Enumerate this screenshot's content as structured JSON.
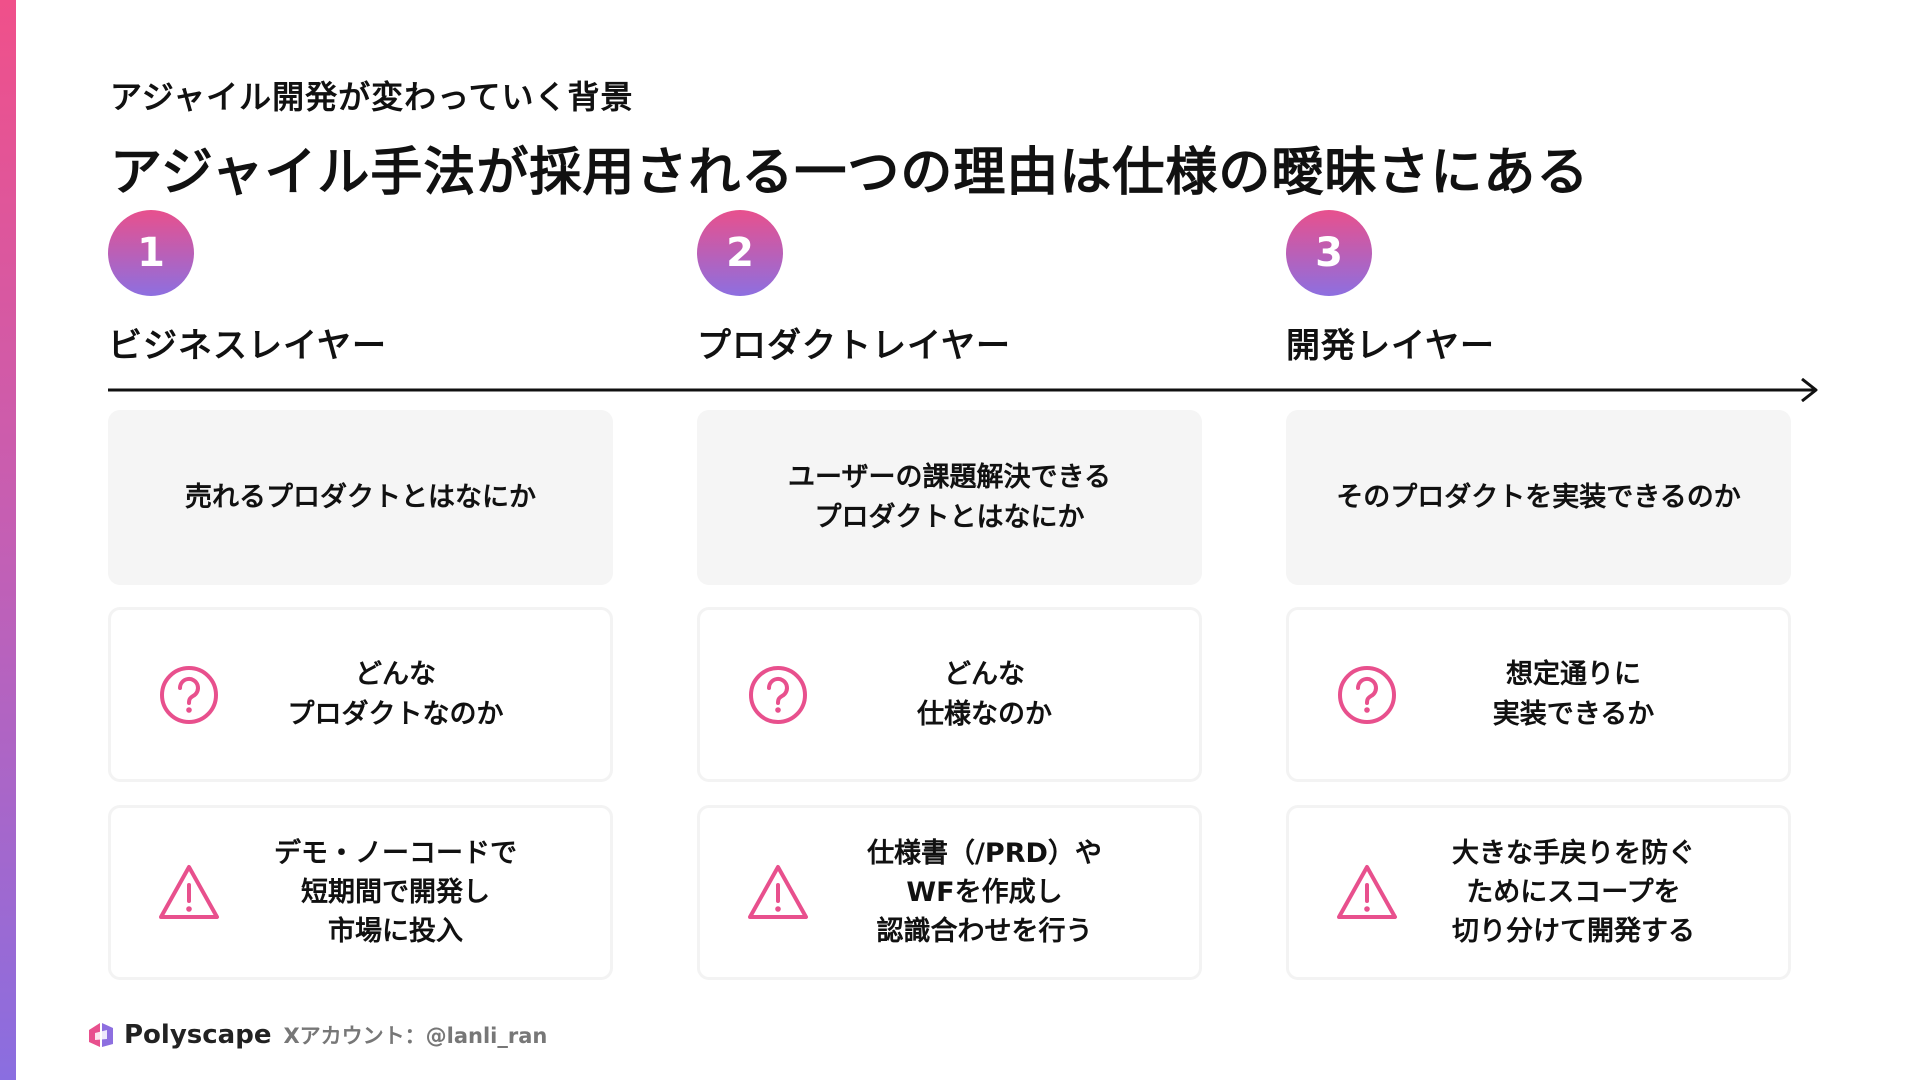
{
  "header": {
    "subtitle": "アジャイル開発が変わっていく背景",
    "title": "アジャイル手法が採用される一つの理由は仕様の曖昧さにある"
  },
  "columns": [
    {
      "number": "1",
      "label": "ビジネスレイヤー",
      "question": "売れるプロダクトとはなにか",
      "unknown": "どんな\nプロダクトなのか",
      "practice": "デモ・ノーコードで\n短期間で開発し\n市場に投入"
    },
    {
      "number": "2",
      "label": "プロダクトレイヤー",
      "question": "ユーザーの課題解決できる\nプロダクトとはなにか",
      "unknown": "どんな\n仕様なのか",
      "practice": "仕様書（/PRD）や\nWFを作成し\n認識合わせを行う"
    },
    {
      "number": "3",
      "label": "開発レイヤー",
      "question": "そのプロダクトを実装できるのか",
      "unknown": "想定通りに\n実装できるか",
      "practice": "大きな手戻りを防ぐ\nためにスコープを\n切り分けて開発する"
    }
  ],
  "icons": {
    "question": "question-circle-icon",
    "warning": "warning-triangle-icon",
    "arrow": "arrow-right-icon"
  },
  "footer": {
    "brand": "Polyscape",
    "account": "Xアカウント：@lanli_ran"
  },
  "colors": {
    "accent_pink": "#e8508d",
    "accent_purple": "#8d6fe0",
    "card_gray": "#f5f5f5"
  }
}
